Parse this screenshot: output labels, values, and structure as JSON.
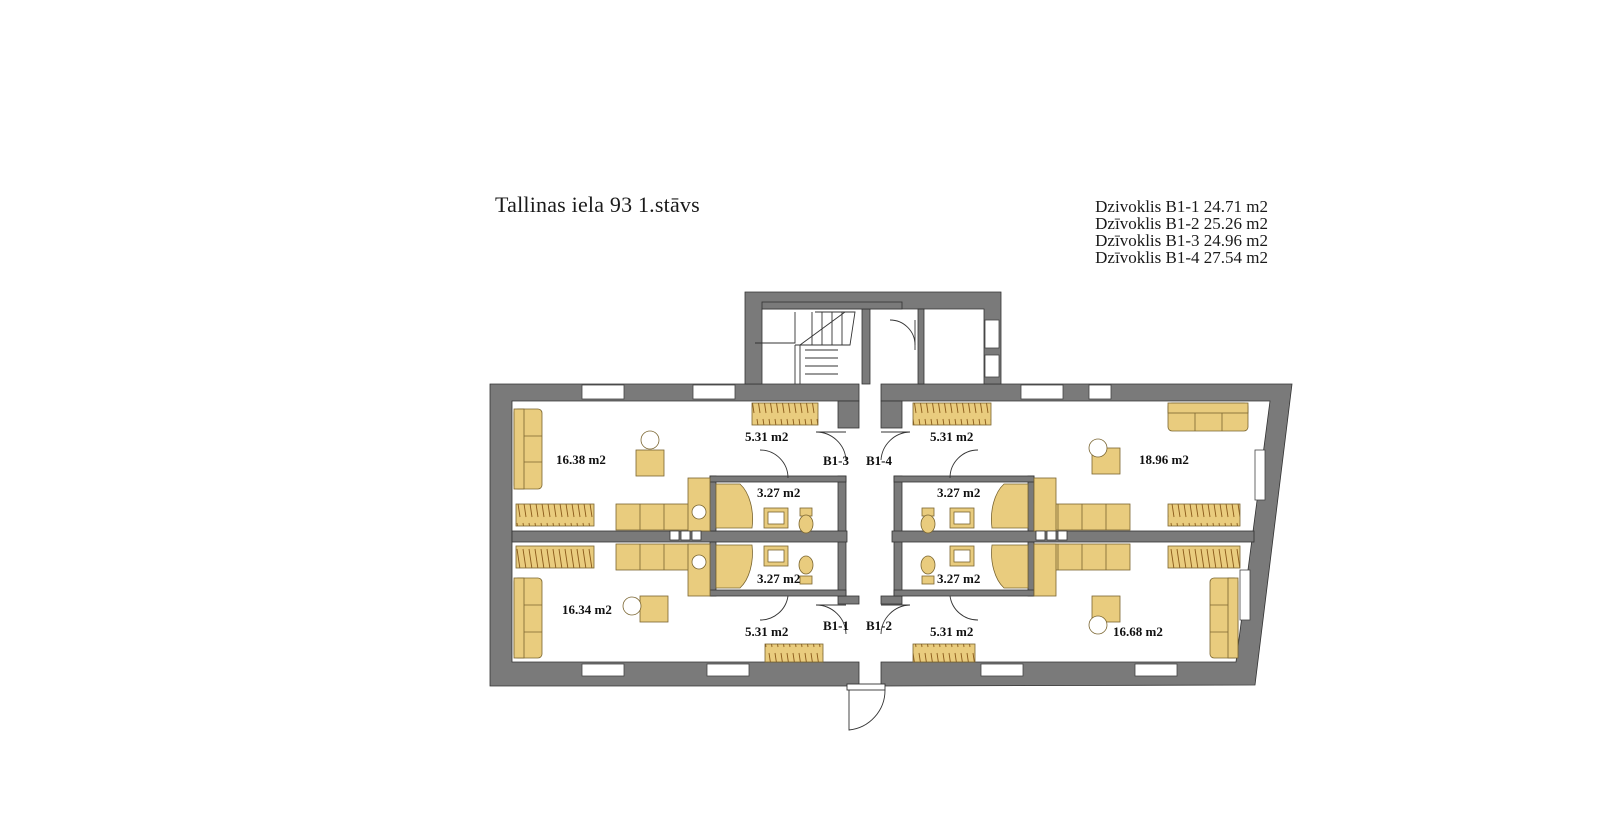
{
  "title": "Tallinas iela 93 1.stāvs",
  "legend": [
    "Dzivoklis B1-1 24.71 m2",
    "Dzīvoklis B1-2 25.26 m2",
    "Dzīvoklis B1-3 24.96 m2",
    "Dzīvoklis B1-4 27.54 m2"
  ],
  "rooms": {
    "tl_main": "16.38 m2",
    "tl_hall": "5.31 m2",
    "tl_bath": "3.27 m2",
    "tr_hall": "5.31 m2",
    "tr_bath": "3.27 m2",
    "tr_main": "18.96 m2",
    "bl_main": "16.34 m2",
    "bl_bath": "3.27 m2",
    "bl_hall": "5.31 m2",
    "br_bath": "3.27 m2",
    "br_hall": "5.31 m2",
    "br_main": "16.68 m2"
  },
  "doors": {
    "b13": "B1-3",
    "b14": "B1-4",
    "b11": "B1-1",
    "b12": "B1-2"
  },
  "colors": {
    "wall": "#7a7a7a",
    "furniture": "#e9cc7e",
    "furniture_stroke": "#7a6530",
    "wardrobe_line": "#8b5a1a",
    "background": "#ffffff"
  }
}
